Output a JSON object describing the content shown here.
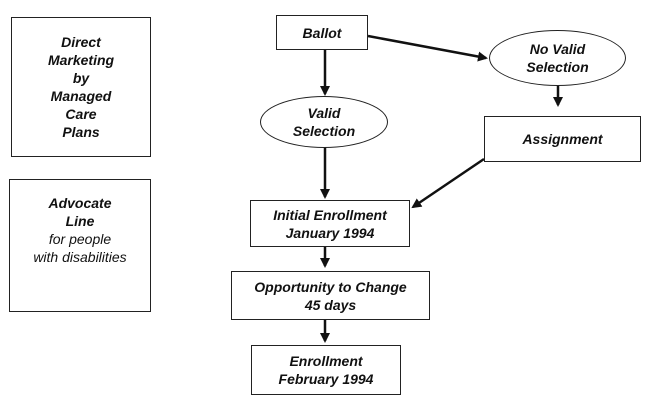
{
  "side_boxes": {
    "direct_marketing": {
      "lines": [
        "Direct",
        "Marketing",
        "by",
        "Managed",
        "Care",
        "Plans"
      ]
    },
    "advocate_line": {
      "bold_lines": [
        "Advocate",
        "Line"
      ],
      "normal_lines": [
        "for people",
        "with disabilities"
      ]
    }
  },
  "flow": {
    "ballot": "Ballot",
    "no_valid_selection": [
      "No Valid",
      "Selection"
    ],
    "valid_selection": [
      "Valid",
      "Selection"
    ],
    "assignment": "Assignment",
    "initial_enrollment": [
      "Initial Enrollment",
      "January 1994"
    ],
    "opportunity_to_change": [
      "Opportunity to Change",
      "45 days"
    ],
    "enrollment": [
      "Enrollment",
      "February 1994"
    ]
  }
}
